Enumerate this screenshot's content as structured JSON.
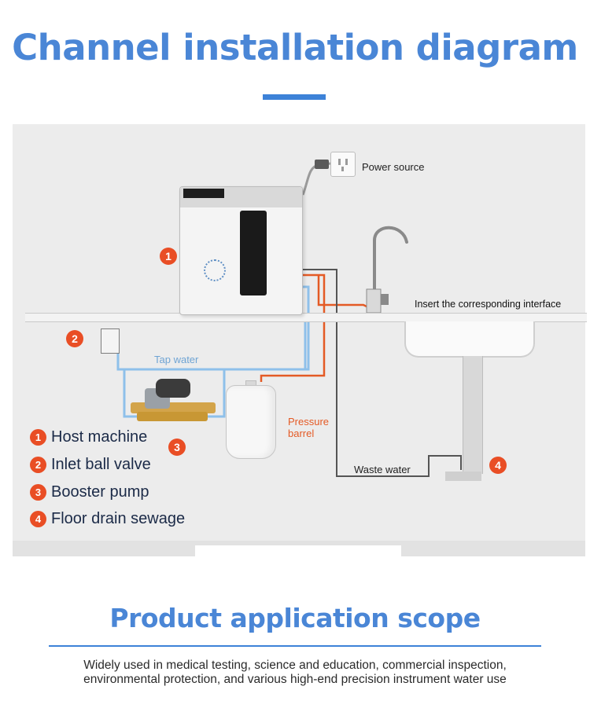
{
  "header": {
    "title": "Channel installation diagram"
  },
  "diagram": {
    "power_source_label": "Power source",
    "interface_label": "Insert the corresponding interface",
    "tap_water_label": "Tap water",
    "pressure_barrel_label_line1": "Pressure",
    "pressure_barrel_label_line2": "barrel",
    "waste_water_label": "Waste water",
    "markers": [
      "1",
      "2",
      "3",
      "4"
    ],
    "colors": {
      "marker": "#e94e25",
      "tap_water_pipe": "#8ec0ea",
      "pure_water_pipe": "#e45a25",
      "waste_pipe": "#555555",
      "power_cable": "#9a9a9a"
    }
  },
  "legend": {
    "items": [
      {
        "number": "1",
        "label": "Host machine"
      },
      {
        "number": "2",
        "label": "Inlet ball valve"
      },
      {
        "number": "3",
        "label": "Booster pump"
      },
      {
        "number": "4",
        "label": "Floor drain sewage"
      }
    ]
  },
  "scope": {
    "title": "Product application scope",
    "description_line1": "Widely used in medical testing, science and education, commercial inspection,",
    "description_line2": "environmental protection, and various high-end precision instrument water use"
  }
}
